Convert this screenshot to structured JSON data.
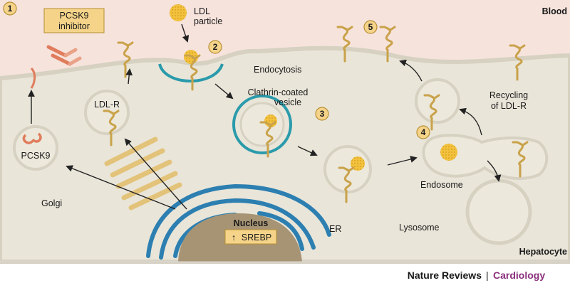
{
  "labels": {
    "blood": "Blood",
    "hepatocyte": "Hepatocyte",
    "pcsk9_inhibitor_line1": "PCSK9",
    "pcsk9_inhibitor_line2": "inhibitor",
    "ldl_line1": "LDL",
    "ldl_line2": "particle",
    "endocytosis": "Endocytosis",
    "clathrin_line1": "Clathrin-coated",
    "clathrin_line2": "vesicle",
    "ldlr": "LDL-R",
    "pcsk9": "PCSK9",
    "golgi": "Golgi",
    "er": "ER",
    "nucleus": "Nucleus",
    "srebp": "SREBP",
    "srebp_arrow": "↑",
    "endosome": "Endosome",
    "lysosome": "Lysosome",
    "recycling_line1": "Recycling",
    "recycling_line2": "of LDL-R"
  },
  "steps": [
    "1",
    "2",
    "3",
    "4",
    "5"
  ],
  "footer": {
    "journal": "Nature Reviews",
    "separator": "|",
    "section": "Cardiology"
  },
  "colors": {
    "blood_bg": "#f6e3dc",
    "cytoplasm": "#e9e5d9",
    "membrane": "#d6d1c1",
    "vesicle_fill": "#ece8dc",
    "ldl_particle": "#f2c23e",
    "receptor": "#d8b357",
    "clathrin": "#2a9bab",
    "er_blue": "#2c7fb0",
    "nucleus": "#a69474",
    "pcsk9_red": "#e07c5c",
    "step_badge": "#f5d48a",
    "cardiology": "#8a2f7b"
  }
}
